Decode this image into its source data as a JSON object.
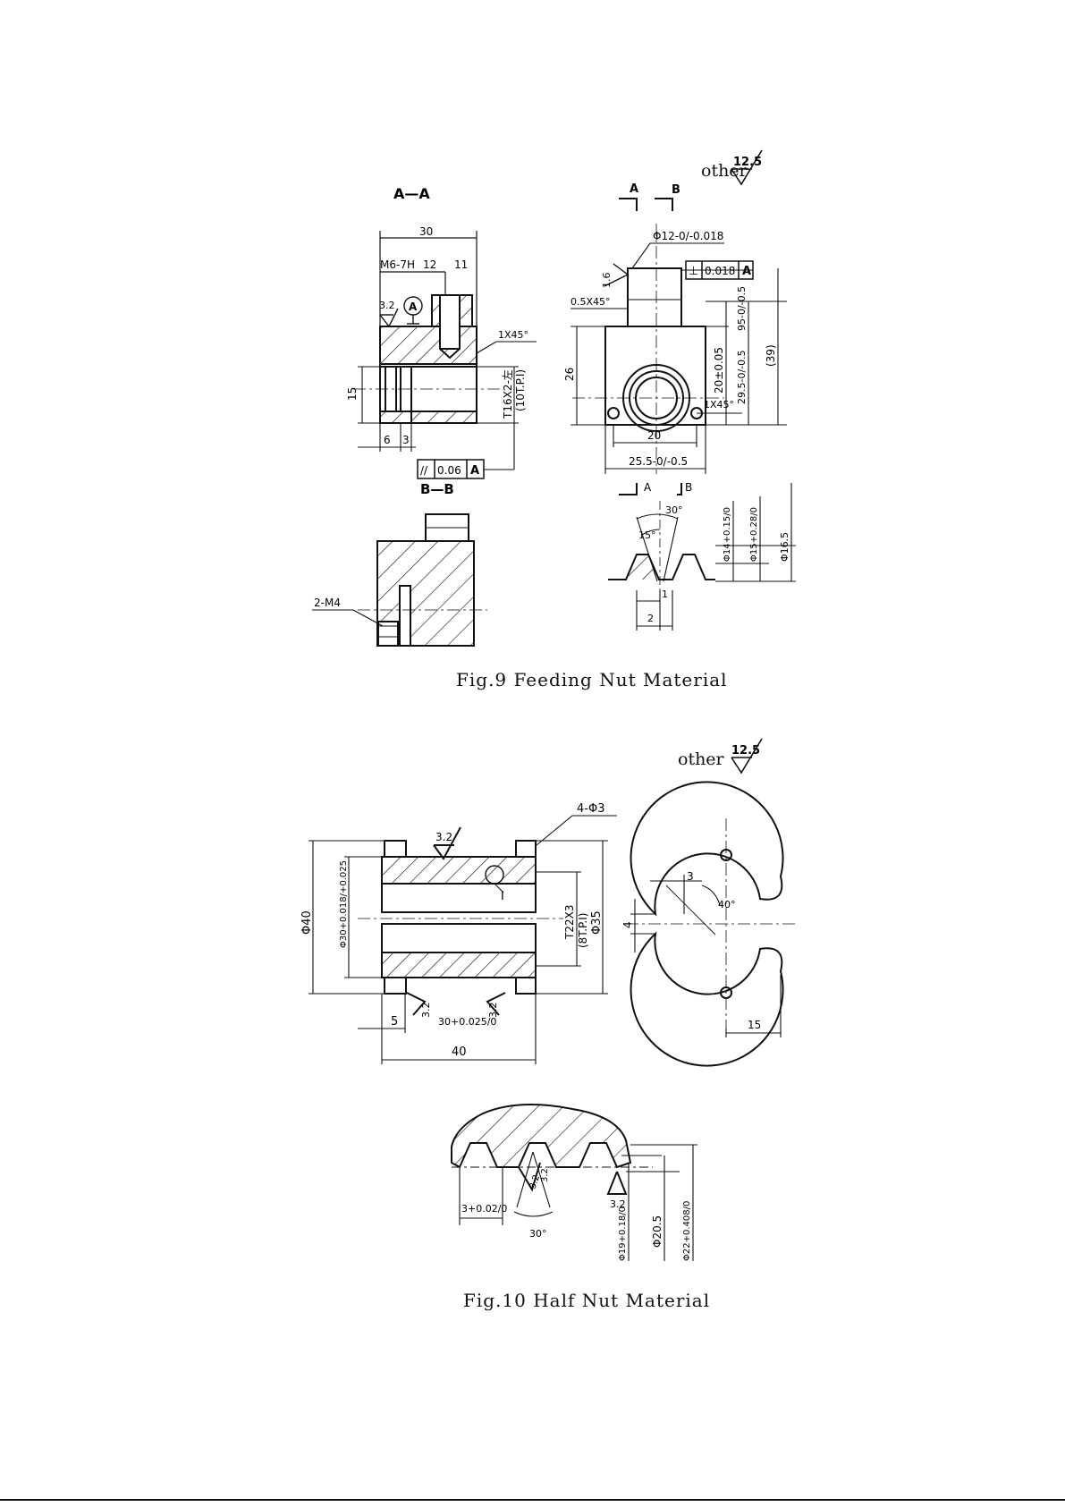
{
  "fig9": {
    "caption": "Fig.9  Feeding Nut Material",
    "roughness_note_word": "other",
    "roughness_note_value": "12.5",
    "view_aa_label": "A—A",
    "view_bb_label": "B—B",
    "section_mark_a": "A",
    "section_mark_b": "B",
    "dims": {
      "width_30": "30",
      "thread_m6": "M6-7H",
      "depth_12": "12",
      "depth_11": "11",
      "rough_32": "3.2",
      "datum_a": "A",
      "chamfer_1x45_left": "1X45°",
      "bore_15": "15",
      "thread_t16": "T16X2-左",
      "thread_tpi": "(10T.P.I)",
      "dim_6": "6",
      "dim_3": "3",
      "parallel_tol_sym": "//",
      "parallel_tol_val": "0.06",
      "parallel_tol_ref": "A",
      "dia_12": "Φ12-0/-0.018",
      "rough_16": "1.6",
      "perp_sym": "⊥",
      "perp_val": "0.018",
      "perp_ref": "A",
      "chamfer_05": "0.5X45°",
      "dim_26": "26",
      "dim_20_tol": "20±0.05",
      "dim_95": "95-0/-0.5",
      "dim_295": "29.5-0/-0.5",
      "dim_39": "(39)",
      "chamfer_1x45_right": "1X45°",
      "dim_20": "20",
      "dim_255": "25.5-0/-0.5",
      "two_m4": "2-M4",
      "angle_30": "30°",
      "angle_15": "15°",
      "dia_14": "Φ14+0.15/0",
      "dia_15": "Φ15+0.28/0",
      "dia_165": "Φ16.5",
      "pitch_1": "1",
      "pitch_2": "2"
    }
  },
  "fig10": {
    "caption": "Fig.10  Half Nut Material",
    "roughness_note_word": "other",
    "roughness_note_value": "12.5",
    "dims": {
      "rough_32_top": "3.2",
      "holes_4_phi3": "4-Φ3",
      "detail_i": "I",
      "dia_40": "Φ40",
      "dia_30": "Φ30+0.018/+0.025",
      "thread_t22": "T22X3",
      "thread_tpi": "(8T.P.I)",
      "dia_35": "Φ35",
      "rough_32_a": "3.2",
      "rough_32_b": "3.2",
      "dim_5": "5",
      "dim_30_025": "30+0.025/0",
      "dim_40": "40",
      "dim_3": "3",
      "angle_40": "40°",
      "dim_4": "4",
      "dim_15": "15",
      "dim_3_02": "3+0.02/0",
      "angle_30": "30°",
      "rough_32_c": "3.2",
      "rough_32_d": "3.2",
      "rough_32_e": "3.2",
      "dia_19": "Φ19+0.18/0",
      "dia_205": "Φ20.5",
      "dia_22": "Φ22+0.408/0"
    }
  }
}
